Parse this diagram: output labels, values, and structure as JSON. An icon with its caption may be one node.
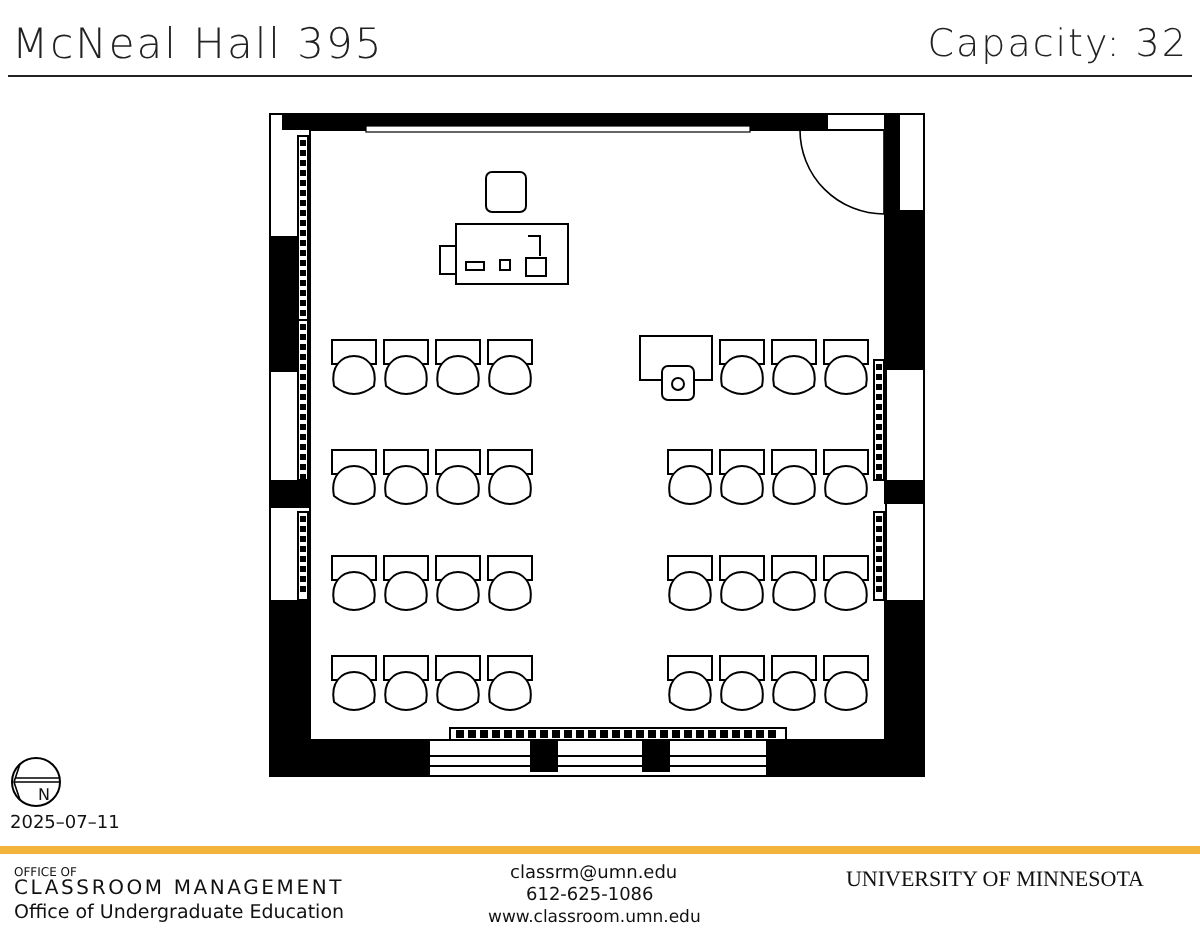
{
  "diagram": {
    "title": "McNeal Hall 395",
    "labels": [
      "Capacity: 32",
      "N",
      "2025–07–11",
      "OFFICE OF",
      "CLASSROOM MANAGEMENT",
      "Office of Undergraduate Education",
      "classrm@umn.edu",
      "612-625-1086",
      "www.classroom.umn.edu",
      "UNIVERSITY OF MINNESOTA"
    ]
  }
}
